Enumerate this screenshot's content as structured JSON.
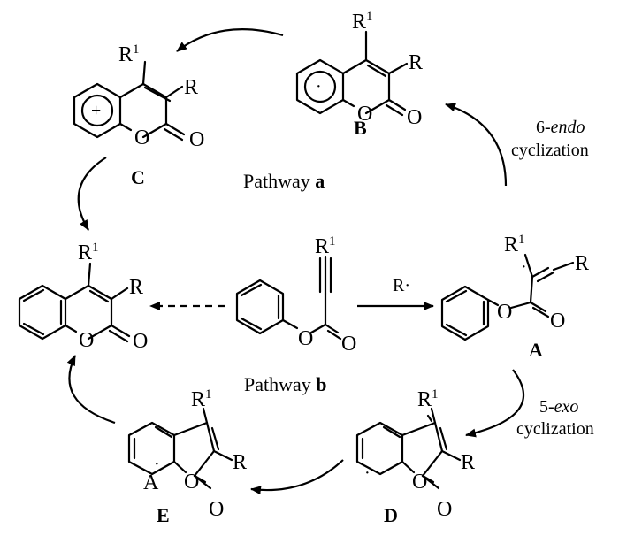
{
  "atoms": {
    "R": "R",
    "R1_base": "R",
    "R1_sup": "1",
    "O": "O",
    "A": "A",
    "Rdot": "R·",
    "plus": "+",
    "dot": "·"
  },
  "compounds": {
    "A": "A",
    "B": "B",
    "C": "C",
    "D": "D",
    "E": "E"
  },
  "pathways": {
    "a_prefix": "Pathway ",
    "a_letter": "a",
    "b_prefix": "Pathway ",
    "b_letter": "b"
  },
  "conditions": {
    "endo_num": "6-",
    "endo_word": "endo",
    "endo_line2": "cyclization",
    "exo_num": "5-",
    "exo_word": "exo",
    "exo_line2": "cyclization"
  }
}
